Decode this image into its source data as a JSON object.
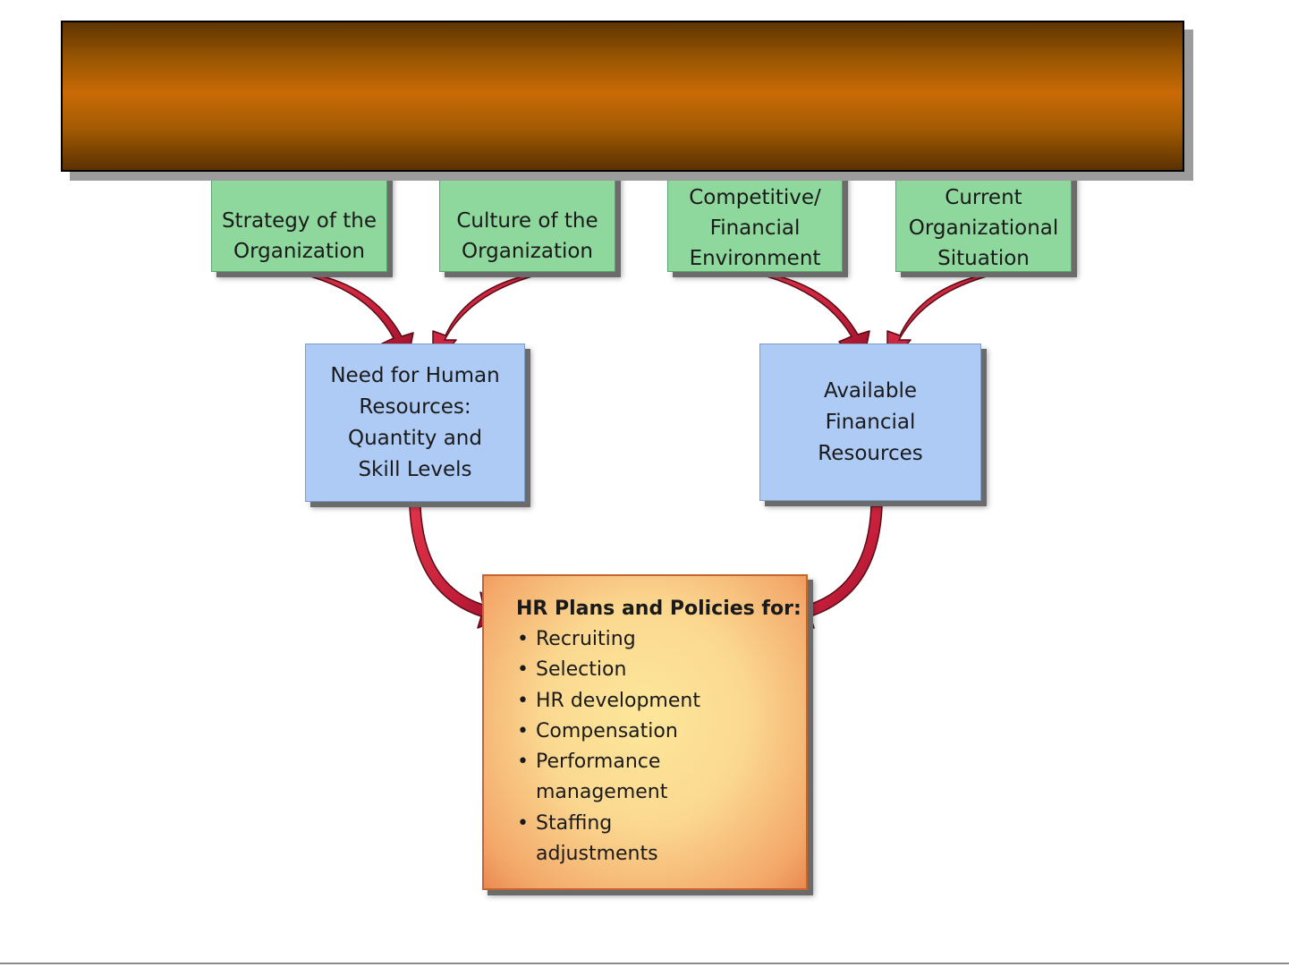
{
  "diagram": {
    "factors": [
      {
        "id": "strategy",
        "label": "Strategy of the\nOrganization"
      },
      {
        "id": "culture",
        "label": "Culture of the\nOrganization"
      },
      {
        "id": "competitive",
        "label": "Competitive/\nFinancial\nEnvironment"
      },
      {
        "id": "current",
        "label": "Current\nOrganizational\nSituation"
      }
    ],
    "needs": {
      "label": "Need for Human\nResources:\nQuantity and\nSkill Levels"
    },
    "financial": {
      "label": "Available\nFinancial\nResources"
    },
    "hr_plans": {
      "heading": "HR Plans and Policies for:",
      "items": [
        "Recruiting",
        "Selection",
        "HR development",
        "Compensation",
        "Performance\nmanagement",
        "Staffing\nadjustments"
      ]
    },
    "colors": {
      "factor_box": "#8fd89d",
      "resource_box": "#aecbf6",
      "arrow": "#c41e3a",
      "banner": "#c96a06"
    }
  }
}
